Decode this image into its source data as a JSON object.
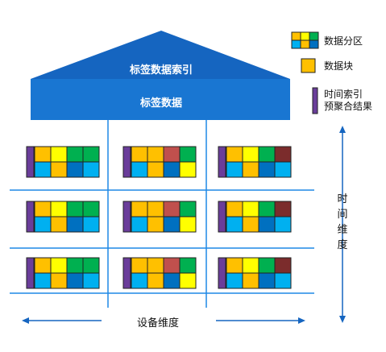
{
  "roof": {
    "title": "标签数据索引"
  },
  "band": {
    "title": "标签数据"
  },
  "legend": {
    "partition": "数据分区",
    "block": "数据块",
    "index_line1": "时间索引",
    "index_line2": "预聚合结果"
  },
  "axes": {
    "device": "设备维度",
    "time_chars": [
      "时",
      "间",
      "维",
      "度"
    ]
  },
  "colors": {
    "blue_primary": "#1565c0",
    "blue_band": "#1976d2",
    "grid_line": "#1e88e5",
    "index_purple": "#6a3d9a",
    "orange": "#ffc000",
    "yellow": "#ffff00",
    "green": "#00b050",
    "sky": "#00b0f0",
    "steel": "#0070c0",
    "rose": "#c0504d",
    "maroon": "#7b2c2c"
  },
  "partition_columns": [
    {
      "top_row": [
        "orange",
        "yellow",
        "green",
        "green"
      ],
      "bottom_row": [
        "sky",
        "orange",
        "steel",
        "sky"
      ]
    },
    {
      "top_row": [
        "orange",
        "orange",
        "rose",
        "green"
      ],
      "bottom_row": [
        "sky",
        "orange",
        "steel",
        "yellow"
      ]
    },
    {
      "top_row": [
        "orange",
        "yellow",
        "green",
        "maroon"
      ],
      "bottom_row": [
        "sky",
        "orange",
        "steel",
        "sky"
      ]
    }
  ]
}
